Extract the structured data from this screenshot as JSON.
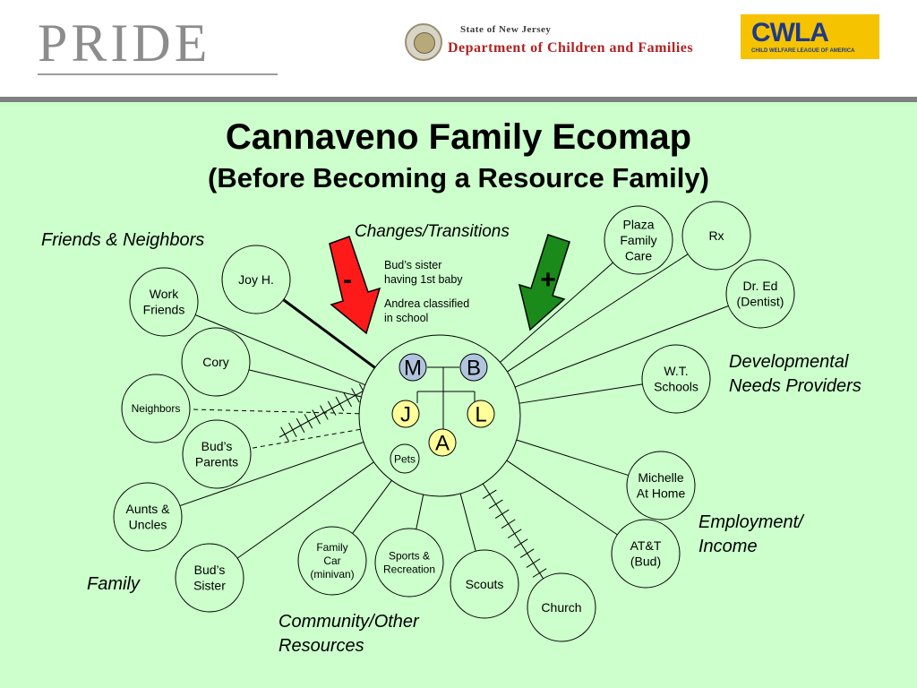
{
  "header": {
    "pride_logo": "PRIDE",
    "state_line": "State of New Jersey",
    "department": "Department of Children and Families",
    "cwla_logo": "CWLA",
    "cwla_subtitle": "CHILD WELFARE LEAGUE OF AMERICA"
  },
  "title": {
    "line1": "Cannaveno Family Ecomap",
    "line2": "(Before Becoming a Resource Family)"
  },
  "categories": {
    "friends": "Friends & Neighbors",
    "changes": "Changes/Transitions",
    "developmental1": "Developmental",
    "developmental2": "Needs Providers",
    "employment1": "Employment/",
    "employment2": "Income",
    "family": "Family",
    "community1": "Community/Other",
    "community2": "Resources"
  },
  "notes": {
    "note1_line1": "Bud’s sister",
    "note1_line2": "having 1st baby",
    "note2_line1": "Andrea classified",
    "note2_line2": "in school"
  },
  "arrows": {
    "negative": "-",
    "positive": "+"
  },
  "family_members": [
    "M",
    "B",
    "J",
    "L",
    "A",
    "Pets"
  ],
  "nodes": {
    "joy": [
      "Joy H."
    ],
    "work_friends": [
      "Work",
      "Friends"
    ],
    "cory": [
      "Cory"
    ],
    "neighbors": [
      "Neighbors"
    ],
    "buds_parents": [
      "Bud’s",
      "Parents"
    ],
    "aunts_uncles": [
      "Aunts &",
      "Uncles"
    ],
    "buds_sister": [
      "Bud’s",
      "Sister"
    ],
    "family_car": [
      "Family",
      "Car",
      "(minivan)"
    ],
    "sports": [
      "Sports &",
      "Recreation"
    ],
    "scouts": [
      "Scouts"
    ],
    "church": [
      "Church"
    ],
    "plaza": [
      "Plaza",
      "Family",
      "Care"
    ],
    "rx": [
      "Rx"
    ],
    "dr_ed": [
      "Dr. Ed",
      "(Dentist)"
    ],
    "wt_schools": [
      "W.T.",
      "Schools"
    ],
    "michelle": [
      "Michelle",
      "At Home"
    ],
    "att": [
      "AT&T",
      "(Bud)"
    ]
  },
  "colors": {
    "slide_bg": "#ccffcc",
    "rule": "#808080",
    "negative_arrow": "#ff1a1a",
    "positive_arrow": "#1a8a1a",
    "parent_fill": "#b0c4de",
    "child_fill": "#ffff99"
  }
}
